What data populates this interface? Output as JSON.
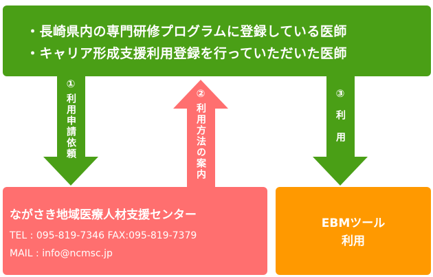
{
  "top_box": {
    "line1": "・長崎県内の専門研修プログラムに登録している医師",
    "line2": "・キャリア形成支援利用登録を行っていただいた医師"
  },
  "arrows": {
    "a1": {
      "num": "①",
      "label": "利用申請依頼"
    },
    "a2": {
      "num": "②",
      "label": "利用方法の案内"
    },
    "a3": {
      "num": "③",
      "label": "利　用"
    }
  },
  "red_box": {
    "title": "ながさき地域医療人材支援センター",
    "tel": "TEL : 095-819-7346 FAX:095-819-7379",
    "mail": "MAIL : info@ncmsc.jp"
  },
  "orange_box": {
    "line1": "EBMツール",
    "line2": "利用"
  },
  "colors": {
    "green": "#4a9f16",
    "red": "#ff6f6f",
    "orange": "#ff9900"
  }
}
